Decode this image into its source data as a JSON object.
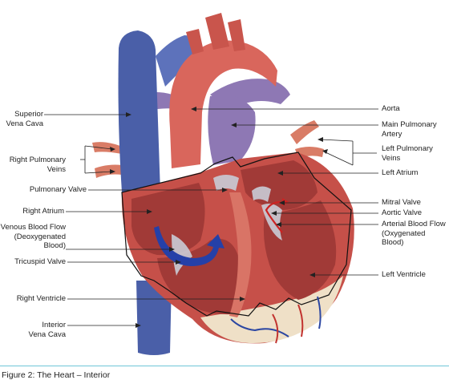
{
  "figure": {
    "caption": "Figure 2: The Heart – Interior",
    "accent_color": "#6fc6d8"
  },
  "labels": {
    "superior_vena_cava": "Superior Vena Cava",
    "right_pulmonary_veins": "Right Pulmonary\nVeins",
    "pulmonary_valve": "Pulmonary Valve",
    "right_atrium": "Right Atrium",
    "venous_blood_flow": "Venous Blood Flow\n(Deoxygenated\nBlood)",
    "tricuspid_valve": "Tricuspid Valve",
    "right_ventricle": "Right Ventricle",
    "inferior_vena_cava": "Interior\nVena Cava",
    "aorta": "Aorta",
    "main_pulmonary_artery": "Main Pulmonary\nArtery",
    "left_pulmonary_veins": "Left Pulmonary\nVeins",
    "left_atrium": "Left Atrium",
    "mitral_valve": "Mitral Valve",
    "aortic_valve": "Aortic Valve",
    "arterial_blood_flow": "Arterial Blood Flow\n(Oxygenated Blood)",
    "left_ventricle": "Left Ventricle"
  },
  "colors": {
    "vena_cava": "#4a5fa8",
    "aorta": "#d9665c",
    "pulmonary_artery": "#8e78b4",
    "muscle": "#c65049",
    "chamber": "#a13a37",
    "fat": "#efe0c7",
    "venous_arrow": "#2540a8",
    "arterial_arrow": "#cc2222"
  }
}
